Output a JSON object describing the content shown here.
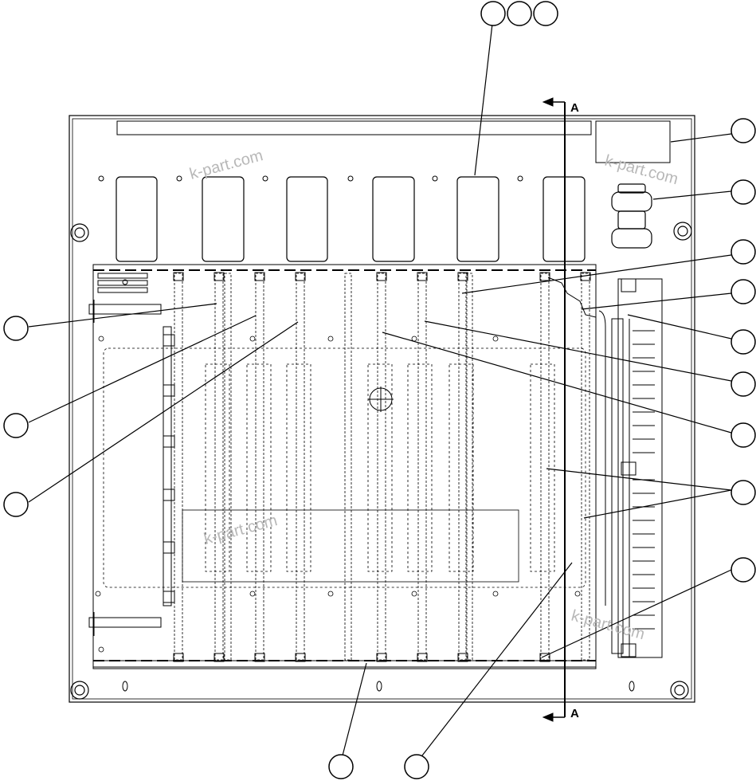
{
  "section_marker": {
    "top_label": "A",
    "bottom_label": "A"
  },
  "watermarks": [
    "k-part.com",
    "k-part.com",
    "k-part.com",
    "k-part.com"
  ],
  "icons": {
    "callout": "empty-callout-circle-icon",
    "mounting_hole": "ring-hole-icon",
    "screw": "screw-icon",
    "arrow": "section-arrow-icon"
  },
  "colors": {
    "line": "#000000",
    "watermark": "#b8b8b8",
    "background": "#ffffff"
  }
}
